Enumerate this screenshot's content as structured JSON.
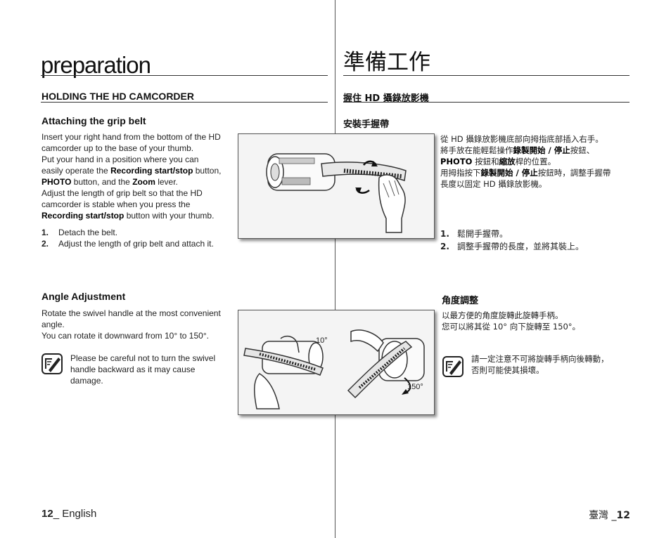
{
  "left": {
    "page_title": "preparation",
    "section_heading": "HOLDING THE HD CAMCORDER",
    "grip": {
      "heading": "Attaching the grip belt",
      "line1": "Insert your right hand from the bottom of the HD",
      "line2": "camcorder up to the base of your thumb.",
      "line3": "Put your hand in a position where you can",
      "line4_pre": "easily operate the ",
      "line4_bold": "Recording start/stop",
      "line4_post": " button,",
      "line5_bold1": "PHOTO",
      "line5_mid": " button, and the ",
      "line5_bold2": "Zoom",
      "line5_post": " lever.",
      "line6": "Adjust the length of grip belt so that the HD",
      "line7": "camcorder is stable when you press the",
      "line8_bold": "Recording start/stop",
      "line8_post": " button with your thumb.",
      "steps": [
        {
          "num": "1.",
          "text": "Detach the belt."
        },
        {
          "num": "2.",
          "text": "Adjust the length of grip belt and attach it."
        }
      ]
    },
    "angle": {
      "heading": "Angle Adjustment",
      "line1": "Rotate the swivel handle at the most convenient",
      "line2": "angle.",
      "line3": "You can rotate it downward from 10° to 150°.",
      "note1": "Please be careful not to turn the swivel",
      "note2": "handle backward as it may cause",
      "note3": "damage."
    },
    "footer_num": "12",
    "footer_text": "_ English"
  },
  "right": {
    "page_title": "準備工作",
    "section_heading": "握住 HD 攝錄放影機",
    "grip": {
      "heading": "安裝手握帶",
      "line1": "從 HD 攝錄放影機底部向拇指底部插入右手。",
      "line2_pre": "將手放在能輕鬆操作",
      "line2_bold": "錄製開始 / 停止",
      "line2_post": "按鈕、",
      "line3_bold1": "PHOTO",
      "line3_mid": " 按鈕和",
      "line3_bold2": "縮放",
      "line3_post": "桿的位置。",
      "line4_pre": "用拇指按下",
      "line4_bold": "錄製開始 / 停止",
      "line4_post": "按鈕時，調整手握帶",
      "line5": "長度以固定 HD 攝錄放影機。",
      "steps": [
        {
          "num": "1.",
          "text": "鬆開手握帶。"
        },
        {
          "num": "2.",
          "text": "調整手握帶的長度，並將其裝上。"
        }
      ]
    },
    "angle": {
      "heading": "角度調整",
      "line1": "以最方便的角度旋轉此旋轉手柄。",
      "line2": "您可以將其從 10° 向下旋轉至 150°。",
      "note1": "請一定注意不可將旋轉手柄向後轉動，",
      "note2": "否則可能使其損壞。"
    },
    "footer_text": "臺灣 _",
    "footer_num": "12"
  },
  "figures": {
    "angle_label_10": "10°",
    "angle_label_150": "150°"
  }
}
